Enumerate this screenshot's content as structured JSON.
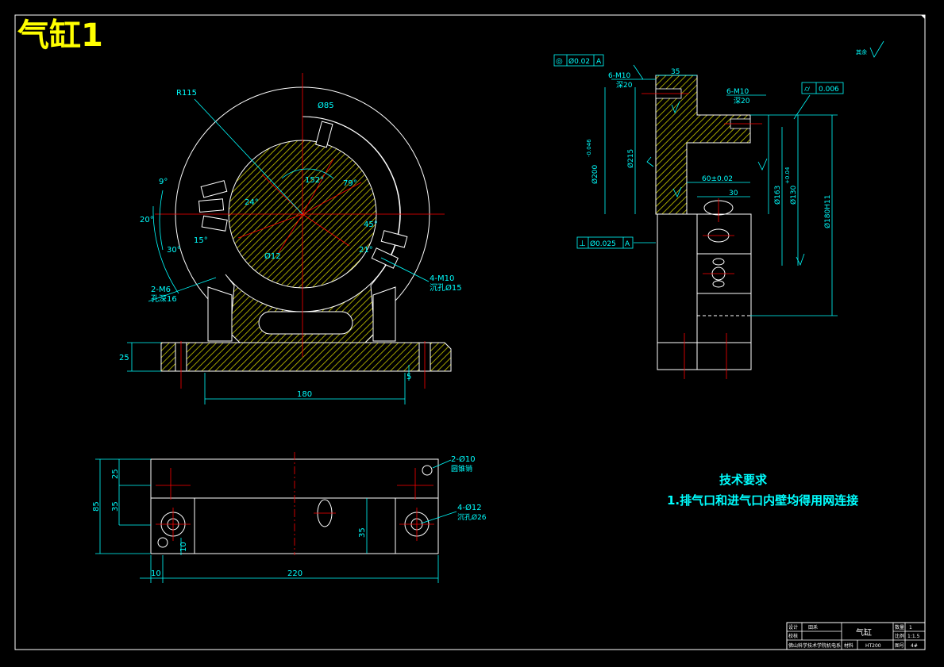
{
  "title": "气缸1",
  "colors": {
    "background": "#000000",
    "frame": "#ffffff",
    "dimension": "#00ffff",
    "centerline": "#ff0000",
    "title_text": "#ffff00",
    "hatch": "#ffff00",
    "outline": "#ffffff"
  },
  "front_view": {
    "labels": {
      "r115": "R115",
      "d85": "Ø85",
      "a152": "152°",
      "a79": "79°",
      "a24": "24°",
      "a9": "9°",
      "a20": "20°",
      "a30": "30°",
      "a15": "15°",
      "a21": "21°",
      "a45": "45°",
      "d12": "Ø12",
      "m6": "2-M6",
      "m6_depth": "孔深16",
      "m10": "4-M10",
      "m10_depth": "沉孔Ø15",
      "h25": "25",
      "w180": "180",
      "w5": "5"
    }
  },
  "side_view": {
    "labels": {
      "tol_top_left_sym": "◎",
      "tol_top_left_val": "Ø0.02",
      "tol_top_left_ref": "A",
      "m10_left": "6-M10",
      "m10_left_depth": "深20",
      "w35": "35",
      "m10_right": "6-M10",
      "m10_right_depth": "深20",
      "tol_top_right_sym": "⌭",
      "tol_top_right_val": "0.006",
      "d200": "Ø200",
      "d200_tol": "-0.046",
      "d215": "Ø215",
      "w60": "60±0.02",
      "w30": "30",
      "d163": "Ø163",
      "d130": "Ø130",
      "d130_tol": "+0.04",
      "d180": "Ø180H11",
      "tol_mid_sym": "⊥",
      "tol_mid_val": "Ø0.025",
      "tol_mid_ref": "A",
      "roughness": "其余"
    }
  },
  "top_view": {
    "labels": {
      "h25": "25",
      "h35": "35",
      "h85": "85",
      "h35b": "35",
      "h10": "10",
      "w10": "10",
      "w220": "220",
      "d10": "2-Ø10",
      "d10_note": "圆锥销",
      "d12": "4-Ø12",
      "d12_note": "沉孔Ø26"
    }
  },
  "notes": {
    "heading": "技术要求",
    "line1": "1.排气口和进气口内壁均得用网连接"
  },
  "title_block": {
    "designer_label": "设计",
    "designer": "田禾",
    "checker_label": "校核",
    "part_name": "气缸",
    "qty_label": "数量",
    "qty": "1",
    "scale_label": "比例",
    "scale": "1:1.5",
    "sheet_label": "图号",
    "sheet": "4#",
    "org": "佛山科学技术学院机电系",
    "material_label": "材料",
    "material": "HT200"
  }
}
